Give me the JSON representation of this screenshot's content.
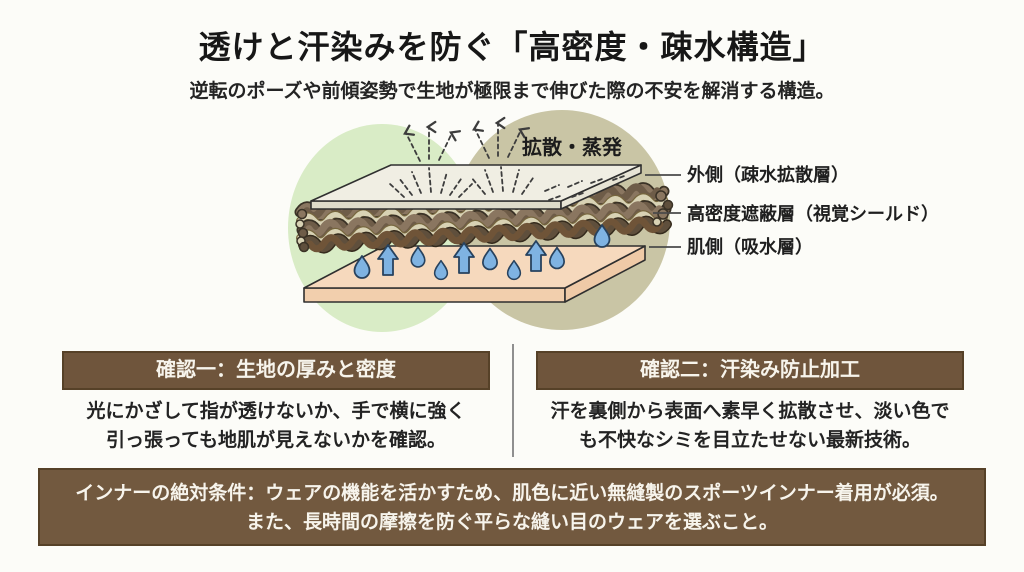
{
  "header": {
    "title": "透けと汗染みを防ぐ「高密度・疎水構造」",
    "subtitle": "逆転のポーズや前傾姿勢で生地が極限まで伸びた際の不安を解消する構造。"
  },
  "diagram": {
    "evaporation_label": "拡散・蒸発",
    "layer_labels": [
      "外側（疎水拡散層）",
      "高密度遮蔽層（視覚シールド）",
      "肌側（吸水層）"
    ]
  },
  "checks": [
    {
      "title": "確認一：生地の厚みと密度",
      "body_line1": "光にかざして指が透けないか、手で横に強く",
      "body_line2": "引っ張っても地肌が見えないかを確認。"
    },
    {
      "title": "確認二：汗染み防止加工",
      "body_line1": "汗を裏側から表面へ素早く拡散させ、淡い色で",
      "body_line2": "も不快なシミを目立たせない最新技術。"
    }
  ],
  "footer": {
    "line1": "インナーの絶対条件：ウェアの機能を活かすため、肌色に近い無縫製のスポーツインナー着用が必須。",
    "line2": "また、長時間の摩擦を防ぐ平らな縫い目のウェアを選ぶこと。"
  },
  "colors": {
    "box_brown": "#6F553C",
    "box_border": "#564128",
    "blob_green": "#D9ECC6",
    "blob_olive": "#C9C5A5",
    "outer_plate": "#F0EEE3",
    "skin_plate": "#F6D9BD",
    "weave_brown": "#8A7660",
    "weave_dark": "#5F4F3C",
    "weave_tan": "#D8D2B4",
    "water_blue": "#7FB3E2",
    "divider_gray": "#8F8F8F"
  }
}
